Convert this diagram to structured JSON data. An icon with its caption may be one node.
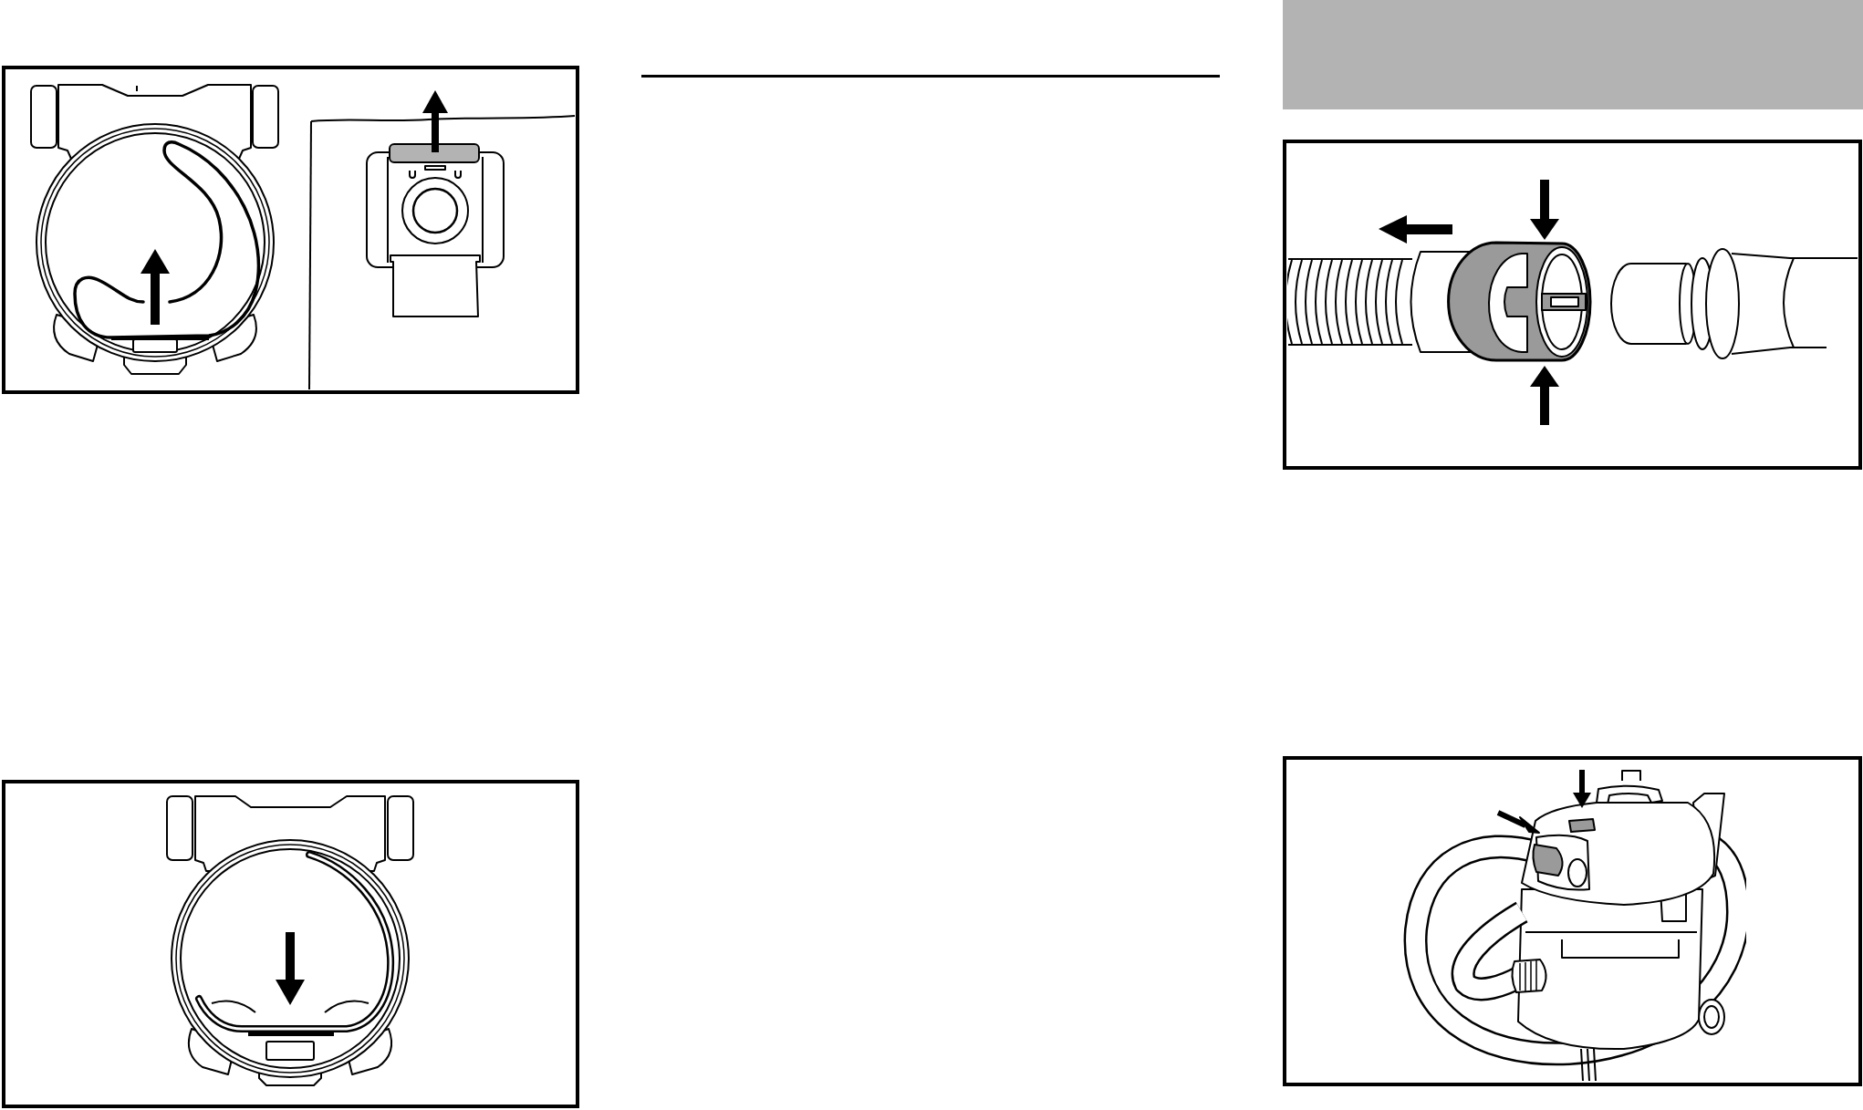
{
  "diagram": {
    "nodes": [
      {
        "text": [],
        "shape": "box"
      },
      {
        "text": [],
        "shape": "picture",
        "in": 0
      },
      {
        "text": [],
        "shape": "picture",
        "in": 0
      },
      {
        "text": [],
        "shape": "box"
      },
      {
        "text": [],
        "shape": "picture",
        "in": 3
      },
      {
        "text": [],
        "shape": "bar"
      },
      {
        "text": [],
        "shape": "box"
      },
      {
        "text": [],
        "shape": "picture",
        "in": 6
      },
      {
        "text": [],
        "shape": "box"
      },
      {
        "text": [],
        "shape": "picture",
        "in": 8
      }
    ]
  }
}
